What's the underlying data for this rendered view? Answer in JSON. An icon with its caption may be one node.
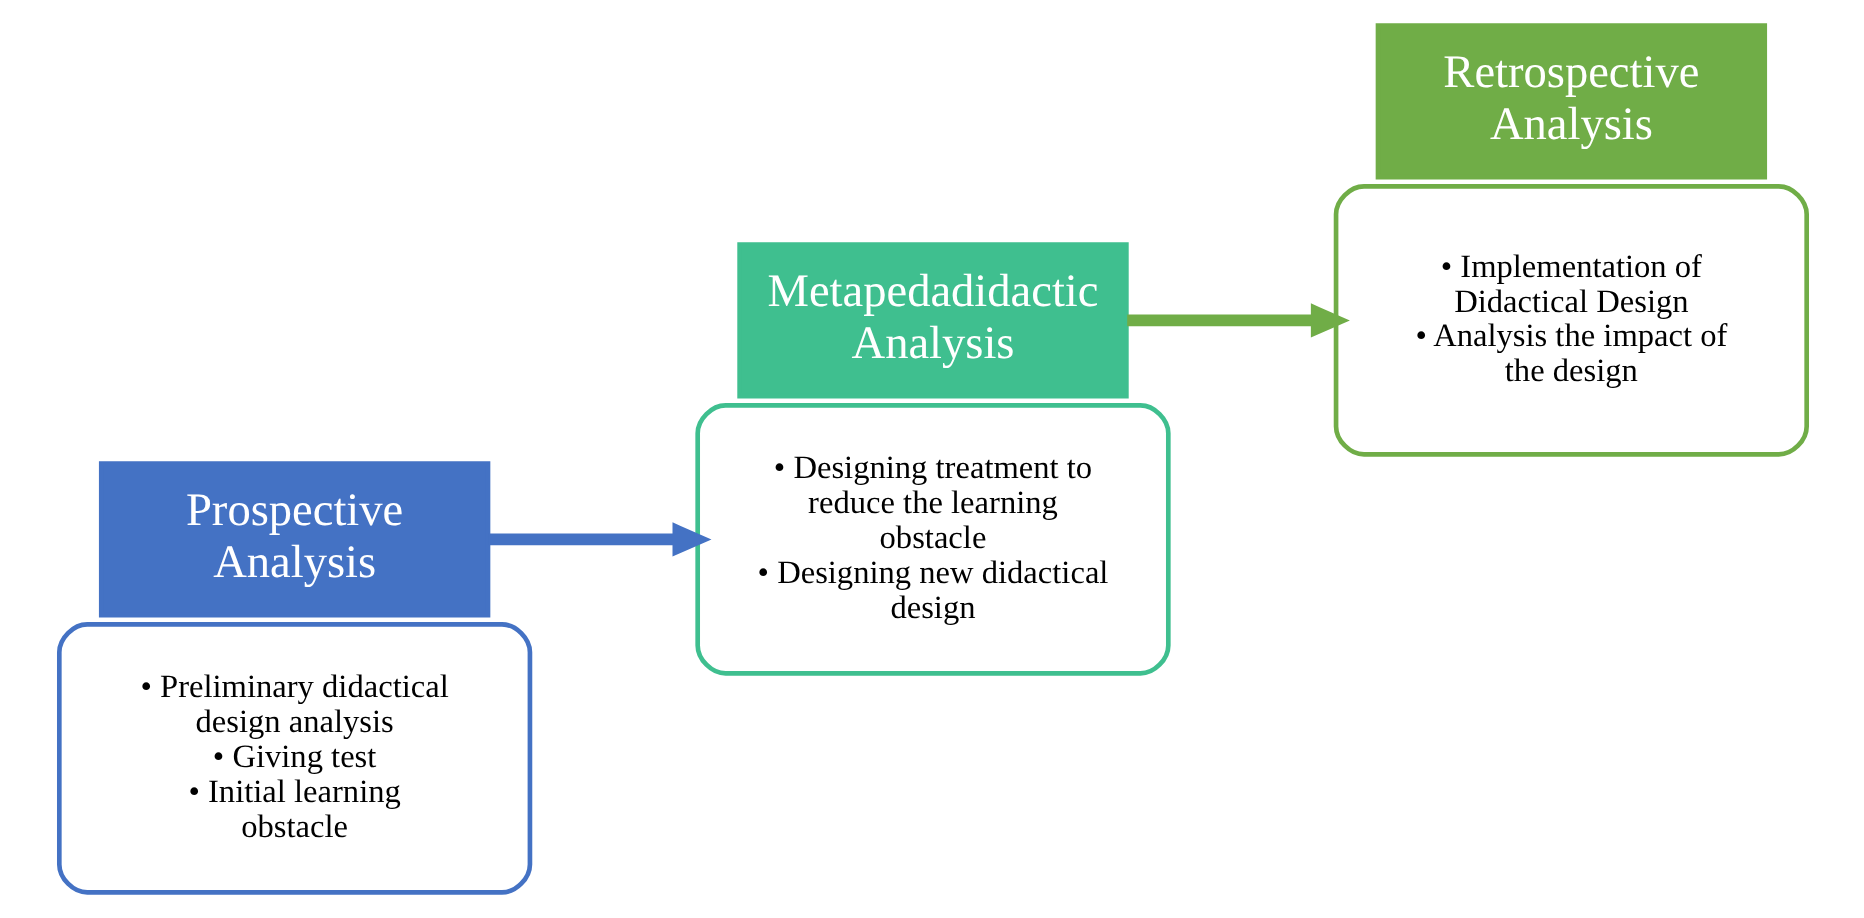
{
  "diagram": {
    "nodes": [
      {
        "text": [
          "• Preliminary didactical design analysis",
          "• Giving test",
          "• Initial learning obstacle"
        ]
      },
      {
        "text": [
          "Prospective Analysis"
        ]
      },
      {
        "text": [
          "Metapedadidactic Analysis"
        ]
      },
      {
        "text": [
          "• Designing treatment to reduce the learning obstacle",
          "• Designing new didactical design"
        ]
      },
      {
        "text": [
          "• Implementation of Didactical Design",
          "• Analysis the impact of the design"
        ]
      },
      {
        "text": [
          "Retrospective Analysis"
        ]
      }
    ],
    "edges": [
      {
        "from": 1,
        "to": 3,
        "arrow": "to",
        "color": "#4472c4"
      },
      {
        "from": 2,
        "to": 4,
        "arrow": "to",
        "color": "#70ad47"
      }
    ]
  }
}
